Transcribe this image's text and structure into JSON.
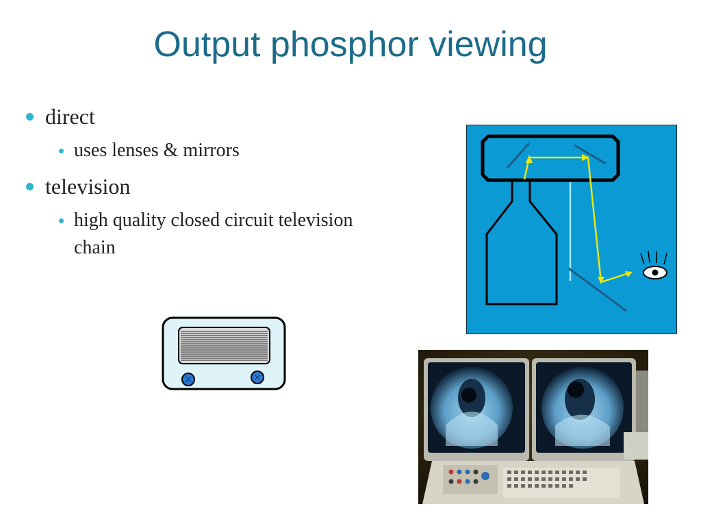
{
  "slide": {
    "title": "Output phosphor viewing",
    "bullets": [
      {
        "text": "direct",
        "sub": [
          {
            "text": "uses lenses & mirrors"
          }
        ]
      },
      {
        "text": "television",
        "sub": [
          {
            "text": "high quality closed circuit television chain"
          }
        ]
      }
    ]
  },
  "colors": {
    "title": "#1d6b8a",
    "bullet_dot": "#2cb6d0",
    "diagram_bg": "#0b9ad4",
    "light_path": "#e6e61a",
    "mirror": "#1b5d86"
  },
  "icons": {
    "tv": "television-icon",
    "eye": "eye-icon"
  }
}
